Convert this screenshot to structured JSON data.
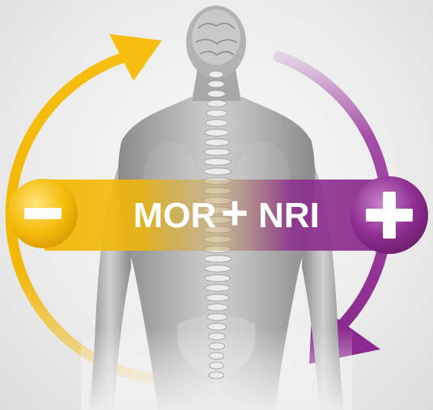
{
  "labels": {
    "mor": "MOR",
    "nri": "NRI",
    "combine_symbol": "+",
    "minus_symbol": "−",
    "plus_symbol": "+"
  },
  "colors": {
    "yellow": "#f2b705",
    "yellow_light": "#ffd84a",
    "purple": "#8b2a8e",
    "purple_light": "#c06bc3",
    "body_gray": "#a6a6a6",
    "spine": "#e6e6e6",
    "text": "#ffffff"
  },
  "icons": {
    "left_badge": "minus-icon",
    "right_badge": "plus-icon",
    "yellow_arc": "cycle-arrow-icon",
    "purple_arc": "cycle-arrow-icon",
    "figure": "human-back-spine-illustration"
  }
}
